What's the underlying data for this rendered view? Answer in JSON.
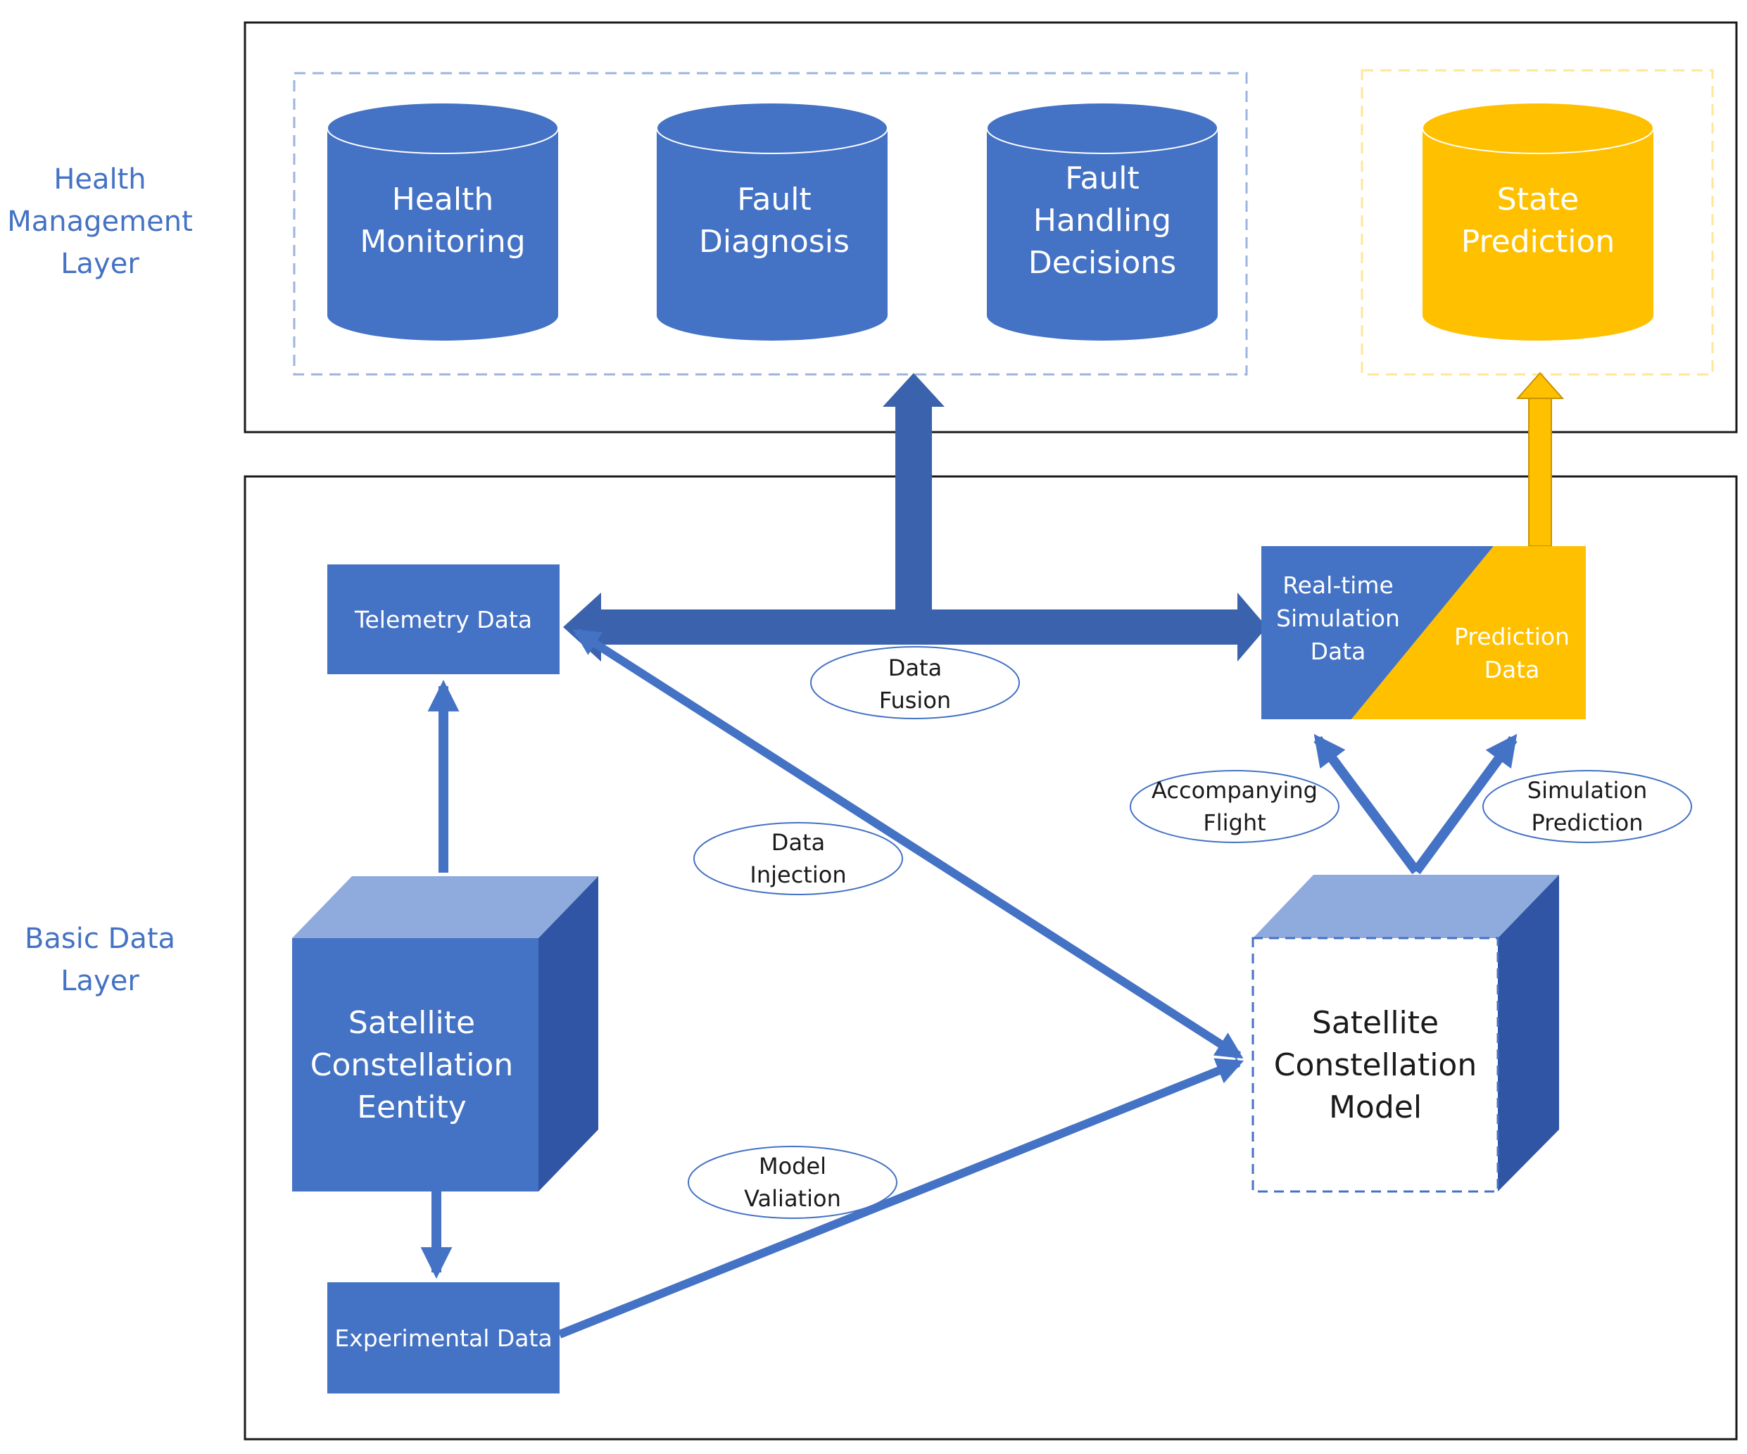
{
  "layers": {
    "health_management": "Health\nManagement\nLayer",
    "basic_data": "Basic Data\nLayer"
  },
  "health_group": {
    "health_monitoring": "Health\nMonitoring",
    "fault_diagnosis": "Fault\nDiagnosis",
    "fault_handling": "Fault\nHandling\nDecisions"
  },
  "state_prediction": "State\nPrediction",
  "data_nodes": {
    "telemetry": "Telemetry Data",
    "experimental": "Experimental Data",
    "realtime_sim": "Real-time\nSimulation\nData",
    "prediction": "Prediction\nData"
  },
  "entities": {
    "constellation_entity": "Satellite\nConstellation\nEentity",
    "constellation_model": "Satellite\nConstellation\nModel"
  },
  "edge_labels": {
    "data_fusion": "Data\nFusion",
    "data_injection": "Data\nInjection",
    "model_validation": "Model\nValiation",
    "accompanying_flight": "Accompanying\nFlight",
    "simulation_prediction": "Simulation\nPrediction"
  },
  "colors": {
    "blue": "#4472c4",
    "dark_blue": "#3a62ad",
    "light_blue": "#8faadc",
    "side_blue": "#2f55a4",
    "gold": "#ffc000",
    "gold_dash": "#ffe699",
    "blue_dash": "#9db4de"
  }
}
